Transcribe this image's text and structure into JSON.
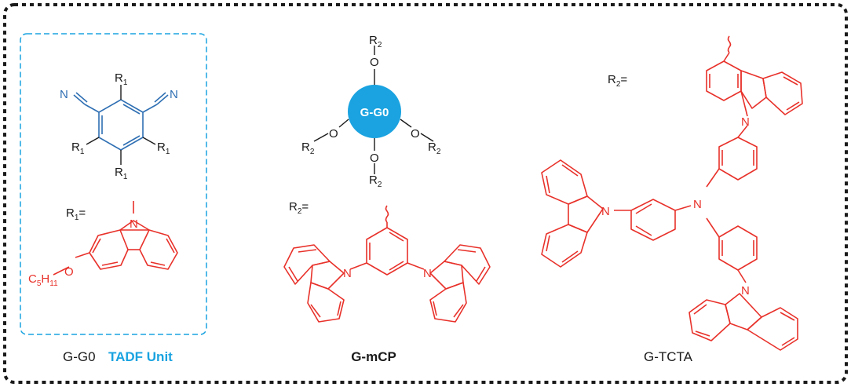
{
  "colors": {
    "red": "#e8312a",
    "blue": "#2f6fb3",
    "cyan": "#1aa3e0",
    "black": "#1a1a1a"
  },
  "labels": {
    "N": "N",
    "O": "O",
    "R": "R",
    "sub1": "1",
    "sub2": "2",
    "eq": "=",
    "c5_C": "C",
    "c5_sub5": "5",
    "c5_H": "H",
    "c5_sub11": "11",
    "core": "G-G0"
  },
  "captions": {
    "gg0": "G-G0",
    "tadf": "TADF Unit",
    "mcp": "G-mCP",
    "tcta": "G-TCTA"
  }
}
